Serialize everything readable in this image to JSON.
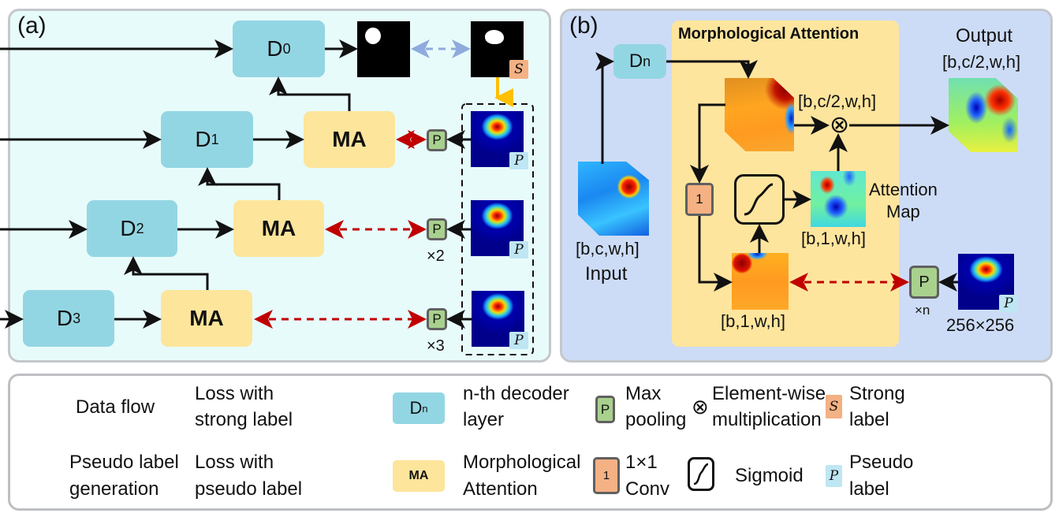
{
  "panel_a": {
    "label": "(a)",
    "decoders": [
      {
        "name": "D",
        "sub": "0"
      },
      {
        "name": "D",
        "sub": "1"
      },
      {
        "name": "D",
        "sub": "2"
      },
      {
        "name": "D",
        "sub": "3"
      }
    ],
    "ma_label": "MA",
    "pool_label": "P",
    "pool_multipliers": [
      "×2",
      "×3"
    ],
    "strong_label_tag": "S",
    "pseudo_label_tag": "P"
  },
  "panel_b": {
    "label": "(b)",
    "title": "Morphological Attention",
    "decoder": {
      "name": "D",
      "sub": "n"
    },
    "input_shape": "[b,c,w,h]",
    "input_label": "Input",
    "output_label": "Output",
    "output_shape": "[b,c/2,w,h]",
    "feature_shape": "[b,c/2,w,h]",
    "conv_label": "1",
    "attention_map_label_line1": "Attention",
    "attention_map_label_line2": "Map",
    "attention_shape": "[b,1,w,h]",
    "conv_out_shape": "[b,1,w,h]",
    "pool_label": "P",
    "pool_multiplier": "×n",
    "pseudo_label_tag": "P",
    "pseudo_size": "256×256",
    "multiply_symbol": "⊗"
  },
  "legend": {
    "items": [
      {
        "key": "data-flow",
        "line1": "Data flow",
        "line2": ""
      },
      {
        "key": "loss-strong",
        "line1": "Loss with",
        "line2": "strong label"
      },
      {
        "key": "decoder-layer",
        "icon_text": "D",
        "icon_sub": "n",
        "line1": "n-th decoder",
        "line2": "layer"
      },
      {
        "key": "max-pooling",
        "icon_text": "P",
        "line1": "Max",
        "line2": "pooling"
      },
      {
        "key": "element-wise",
        "icon_text": "⊗",
        "line1": "Element-wise",
        "line2": "multiplication"
      },
      {
        "key": "strong-label",
        "icon_text": "S",
        "line1": "Strong",
        "line2": "label"
      },
      {
        "key": "pseudo-gen",
        "line1": "Pseudo label",
        "line2": "generation"
      },
      {
        "key": "loss-pseudo",
        "line1": "Loss with",
        "line2": "pseudo label"
      },
      {
        "key": "morph-attention",
        "icon_text": "MA",
        "line1": "Morphological",
        "line2": "Attention"
      },
      {
        "key": "conv",
        "icon_text": "1",
        "line1": "1×1",
        "line2": "Conv"
      },
      {
        "key": "sigmoid",
        "line1": "Sigmoid",
        "line2": ""
      },
      {
        "key": "pseudo-label",
        "icon_text": "P",
        "line1": "Pseudo",
        "line2": "label"
      }
    ]
  },
  "colors": {
    "decoder": "#93d6e3",
    "ma": "#fde59b",
    "pool": "#a9d18e",
    "conv": "#f4b183",
    "strong_loss": "#8faadc",
    "pseudo_loss": "#c00000",
    "pseudo_gen": "#ffc000"
  }
}
